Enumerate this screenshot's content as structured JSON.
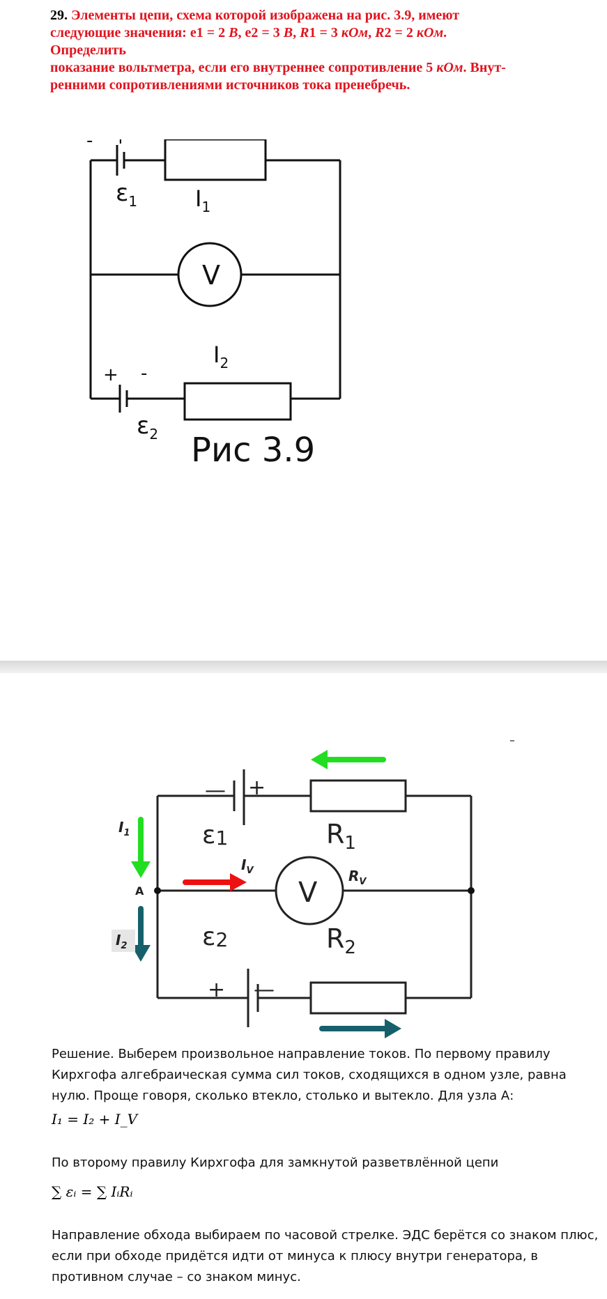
{
  "problem": {
    "number": "29.",
    "line1": "Элементы цепи, схема которой изображена на рис. 3.9, имеют",
    "line2_a": "следующие значения: e1 = 2 ",
    "unit_v1": "В",
    "line2_b": ", e2 = 3 ",
    "unit_v2": "В",
    "line2_c": ", ",
    "r1_label": "R",
    "line2_d": "1 = 3 ",
    "unit_kohm1": "кОм",
    "line2_e": ", ",
    "r2_label": "R",
    "line2_f": "2 = 2 ",
    "unit_kohm2": "кОм",
    "line2_g": ".",
    "line3": "Определить",
    "line4_a": "показание вольтметра, если его внутреннее сопротивление 5 ",
    "unit_kohm3": "кОм",
    "line4_b": ". Внут-",
    "line5": "ренними сопротивлениями источников тока пренебречь."
  },
  "figure1": {
    "minus1": "-",
    "plus1": "+",
    "emf1": "ε",
    "emf1_sub": "1",
    "current1": "I",
    "current1_sub": "1",
    "voltmeter": "V",
    "current2": "I",
    "current2_sub": "2",
    "plus2": "+",
    "minus2": "-",
    "emf2": "ε",
    "emf2_sub": "2",
    "caption": "Рис 3.9"
  },
  "figure2": {
    "minus_top": "—",
    "plus_top": "+",
    "emf1": "ε",
    "emf1_sub": "1",
    "r1": "R",
    "r1_sub": "1",
    "i1": "I",
    "i1_sub": "1",
    "iv": "I",
    "iv_sub": "V",
    "node": "A",
    "voltmeter": "V",
    "rv": "R",
    "rv_sub": "V",
    "i2": "I",
    "i2_sub": "2",
    "emf2": "ε",
    "emf2_sub": "2",
    "r2": "R",
    "r2_sub": "2",
    "plus_bottom": "+",
    "minus_bottom": "—",
    "colors": {
      "green": "#22dd22",
      "red": "#ee1111",
      "teal": "#15606a"
    }
  },
  "solution": {
    "para1": "Решение.  Выберем произвольное направление токов. По первому правилу Кирхгофа алгебраическая сумма сил токов, сходящихся в одном узле, равна нулю. Проще говоря, сколько втекло, столько и вытекло. Для узла А:",
    "formula1": "I₁ = I₂ + I_V",
    "para2": "По второму правилу Кирхгофа для замкнутой разветвлённой цепи",
    "formula2": "∑ εᵢ = ∑ IᵢRᵢ",
    "para3": "Направление обхода выбираем по часовой стрелке. ЭДС берётся со знаком плюс, если при обходе придётся идти от минуса к плюсу внутри генератора, в противном случае – со знаком минус."
  }
}
